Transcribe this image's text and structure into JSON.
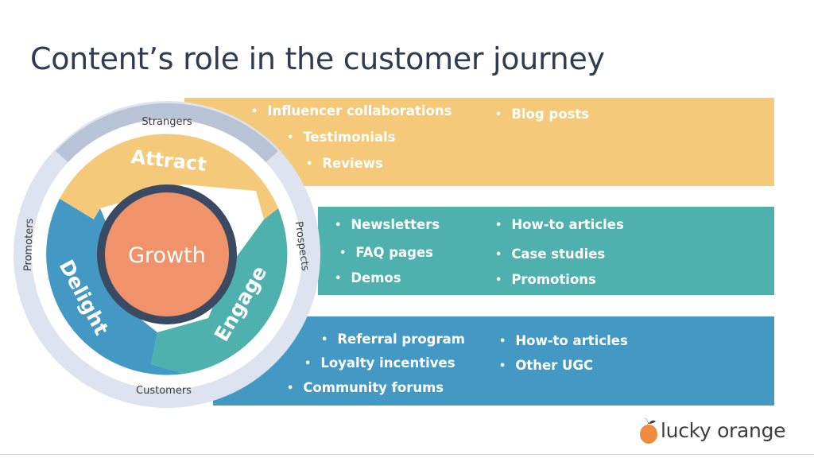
{
  "slide": {
    "title": "Content’s role in the customer journey"
  },
  "flywheel": {
    "center": "Growth",
    "stages": {
      "attract": "Attract",
      "engage": "Engage",
      "delight": "Delight"
    },
    "audiences": {
      "top": "Strangers",
      "right": "Prospects",
      "bottom": "Customers",
      "left": "Promoters"
    },
    "colors": {
      "attract": "#f5c97a",
      "engage": "#4fb1ad",
      "delight": "#4399c4",
      "center": "#f0936b",
      "hub_ring": "#3a4a62",
      "outer_ring": "#dde4ef"
    }
  },
  "bands": {
    "attract": {
      "col1": [
        "Influencer collaborations",
        "Testimonials",
        "Reviews"
      ],
      "col2": [
        "Blog posts"
      ]
    },
    "engage": {
      "col1": [
        "Newsletters",
        "FAQ pages",
        "Demos"
      ],
      "col2": [
        "How-to articles",
        "Case studies",
        "Promotions"
      ]
    },
    "delight": {
      "col1": [
        "Referral program",
        "Loyalty incentives",
        "Community forums"
      ],
      "col2": [
        "How-to articles",
        "Other UGC"
      ]
    }
  },
  "logo": {
    "text": "lucky orange",
    "icon": "orange-fruit-icon",
    "color": "#f08a3c"
  }
}
